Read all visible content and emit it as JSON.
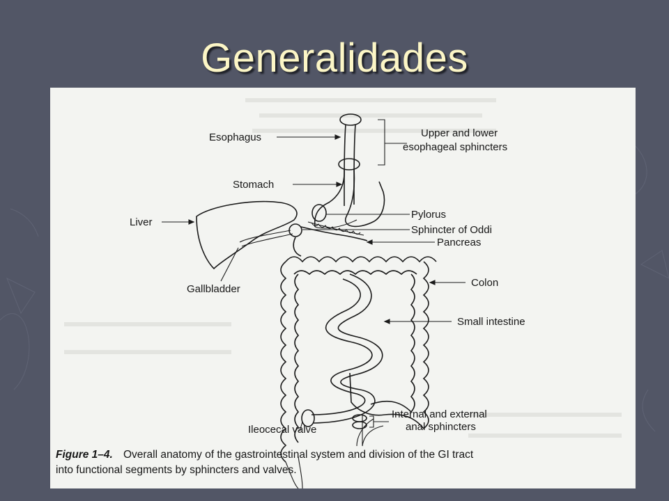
{
  "slide": {
    "title": "Generalidades"
  },
  "figure": {
    "labels": {
      "esophagus": "Esophagus",
      "stomach": "Stomach",
      "liver": "Liver",
      "gallbladder": "Gallbladder",
      "upper_lower_sphincters_1": "Upper and lower",
      "upper_lower_sphincters_2": "esophageal sphincters",
      "pylorus": "Pylorus",
      "sphincter_oddi": "Sphincter of Oddi",
      "pancreas": "Pancreas",
      "colon": "Colon",
      "small_intestine": "Small intestine",
      "ileocecal_valve": "Ileocecal valve",
      "anal_sphincters_1": "Internal and external",
      "anal_sphincters_2": "anal sphincters"
    },
    "caption": {
      "figure_number": "Figure 1–4.",
      "line1": "Overall anatomy of the gastrointestinal system and division of the GI tract",
      "line2": "into functional segments by sphincters and valves."
    }
  },
  "colors": {
    "background": "#525666",
    "title": "#fcf6c6",
    "figure_paper": "#f3f4f1",
    "ink": "#161616"
  }
}
